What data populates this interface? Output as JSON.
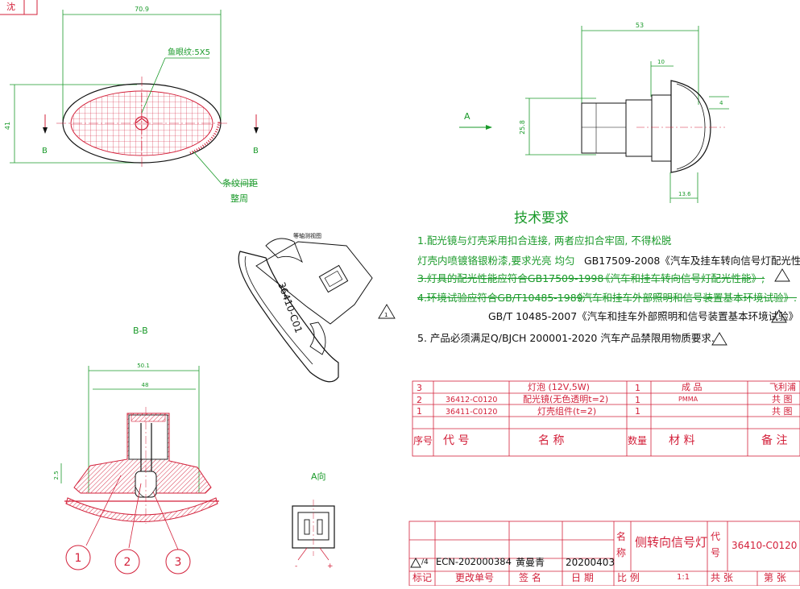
{
  "colors": {
    "red": "#d3203a",
    "green": "#1a9a2a",
    "black": "#111111",
    "hatch": "#e06070"
  },
  "dimensions": {
    "width_top": "70.9",
    "height_left": "41",
    "width_side": "53",
    "side_10": "10",
    "side_4": "4",
    "side_258": "25.8",
    "side_136": "13.6",
    "section_501": "50.1",
    "section_48": "48",
    "section_25": "2.5"
  },
  "labels": {
    "pillow": "鱼眼纹:5X5",
    "stripe": "条纹间距",
    "adjust": "整周",
    "b_left": "B",
    "b_right": "B",
    "view_a_arrow": "A",
    "section_bb": "B-B",
    "view_a": "A向",
    "iso_title": "等轴测视图",
    "part_mark": "36410-C01",
    "plus": "+",
    "minus": "-",
    "warn": "1"
  },
  "balloons": [
    "1",
    "2",
    "3"
  ],
  "requirements": {
    "title": "技术要求",
    "r1": "1.配光镜与灯壳采用扣合连接, 两者应扣合牢固, 不得松脱",
    "r2": "灯壳内喷镀铬银粉漆,要求光亮 均匀",
    "r2_std": "GB17509-2008《汽车及挂车转向信号灯配光性能》",
    "r3": "3.灯具的配光性能应符合GB17509-1998",
    "r3_std": "《汽车和挂车转向信号灯配光性能》;",
    "r4": "4.环境试验应符合GB/T10485-1989",
    "r4_std": "《汽车和挂车外部照明和信号装置基本环境试验》.",
    "r4_new": "GB/T 10485-2007《汽车和挂车外部照明和信号装置基本环境试验》",
    "r5": "5. 产品必须满足Q/BJCH 200001-2020 汽车产品禁限用物质要求."
  },
  "bom": {
    "headers": [
      "序号",
      "代  号",
      "名  称",
      "数量",
      "材  料",
      "备  注"
    ],
    "rows": [
      {
        "no": "3",
        "code": "",
        "name": "灯泡 (12V,5W)",
        "qty": "1",
        "material": "成 品",
        "note": "飞利浦"
      },
      {
        "no": "2",
        "code": "36412-C0120",
        "name": "配光镜(无色透明t=2)",
        "qty": "1",
        "material": "PMMA",
        "note": "共 图"
      },
      {
        "no": "1",
        "code": "36411-C0120",
        "name": "灯壳组件(t=2)",
        "qty": "1",
        "material": "",
        "note": "共 图"
      }
    ]
  },
  "titleblock": {
    "name_label": "名称",
    "name": "侧转向信号灯",
    "code_label": "代号",
    "code": "36410-C0120",
    "rev_mark": "/4",
    "ecn": "ECN-202000384",
    "signer": "黄曼青",
    "date": "20200403",
    "h_mark": "标记",
    "h_change": "更改单号",
    "h_sign": "签 名",
    "h_date": "日 期",
    "h_scale": "比 例",
    "scale": "1:1",
    "h_total": "共 张",
    "h_sheet": "第 张"
  }
}
